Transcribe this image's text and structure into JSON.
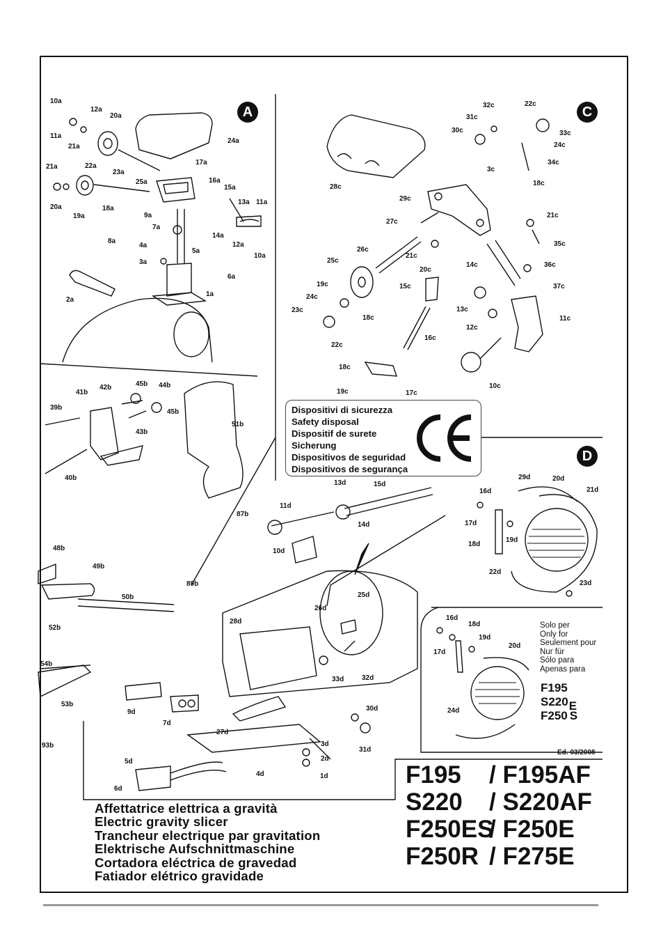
{
  "sections": {
    "a": {
      "letter": "A"
    },
    "c": {
      "letter": "C"
    },
    "d": {
      "letter": "D"
    }
  },
  "labels": {
    "a": [
      "10a",
      "12a",
      "20a",
      "11a",
      "21a",
      "24a",
      "22a",
      "23a",
      "21a",
      "17a",
      "25a",
      "16a",
      "15a",
      "20a",
      "19a",
      "18a",
      "13a",
      "11a",
      "9a",
      "7a",
      "14a",
      "12a",
      "10a",
      "8a",
      "4a",
      "5a",
      "3a",
      "6a",
      "2a",
      "1a"
    ],
    "b": [
      "41b",
      "42b",
      "45b",
      "44b",
      "39b",
      "45b",
      "43b",
      "51b",
      "40b",
      "87b",
      "48b",
      "49b",
      "89b",
      "50b",
      "52b",
      "54b",
      "53b",
      "93b"
    ],
    "c": [
      "32c",
      "22c",
      "31c",
      "30c",
      "33c",
      "24c",
      "34c",
      "3c",
      "28c",
      "18c",
      "29c",
      "21c",
      "27c",
      "35c",
      "26c",
      "21c",
      "25c",
      "20c",
      "14c",
      "36c",
      "19c",
      "15c",
      "37c",
      "24c",
      "13c",
      "18c",
      "23c",
      "11c",
      "12c",
      "16c",
      "22c",
      "18c",
      "19c",
      "17c",
      "10c"
    ],
    "d": [
      "13d",
      "15d",
      "29d",
      "20d",
      "16d",
      "21d",
      "11d",
      "14d",
      "17d",
      "19d",
      "10d",
      "18d",
      "22d",
      "25d",
      "23d",
      "26d",
      "28d",
      "16d",
      "18d",
      "19d",
      "17d",
      "20d",
      "33d",
      "32d",
      "30d",
      "24d",
      "9d",
      "7d",
      "27d",
      "31d",
      "3d",
      "2d",
      "5d",
      "1d",
      "4d",
      "6d"
    ]
  },
  "safety_notice": {
    "lines": [
      "Dispositivi di sicurezza",
      "Safety disposal",
      "Dispositif de surete",
      "Sicherung",
      "Dispositivos de seguridad",
      "Dispositivos de segurança"
    ],
    "mark": "CE"
  },
  "solo_note": {
    "lines": [
      "Solo per",
      "Only for",
      "Seulement pour",
      "Nur für",
      "Sólo para",
      "Apenas para"
    ],
    "models": [
      "F195",
      "S220",
      "F250"
    ],
    "suffix_e": "E",
    "suffix_s": "S"
  },
  "edition": "Ed. 03/2008",
  "descriptions": [
    "Affettatrice elettrica a gravità",
    "Electric gravity slicer",
    "Trancheur electrique par gravitation",
    "Elektrische Aufschnittmaschine",
    "Cortadora eléctrica de gravedad",
    "Fatiador elétrico gravidade"
  ],
  "models": [
    {
      "left": "F195",
      "right": "/ F195AF"
    },
    {
      "left": "S220",
      "right": "/ S220AF"
    },
    {
      "left": "F250ES",
      "right": "/ F250E"
    },
    {
      "left": "F250R",
      "right": "/ F275E"
    }
  ]
}
